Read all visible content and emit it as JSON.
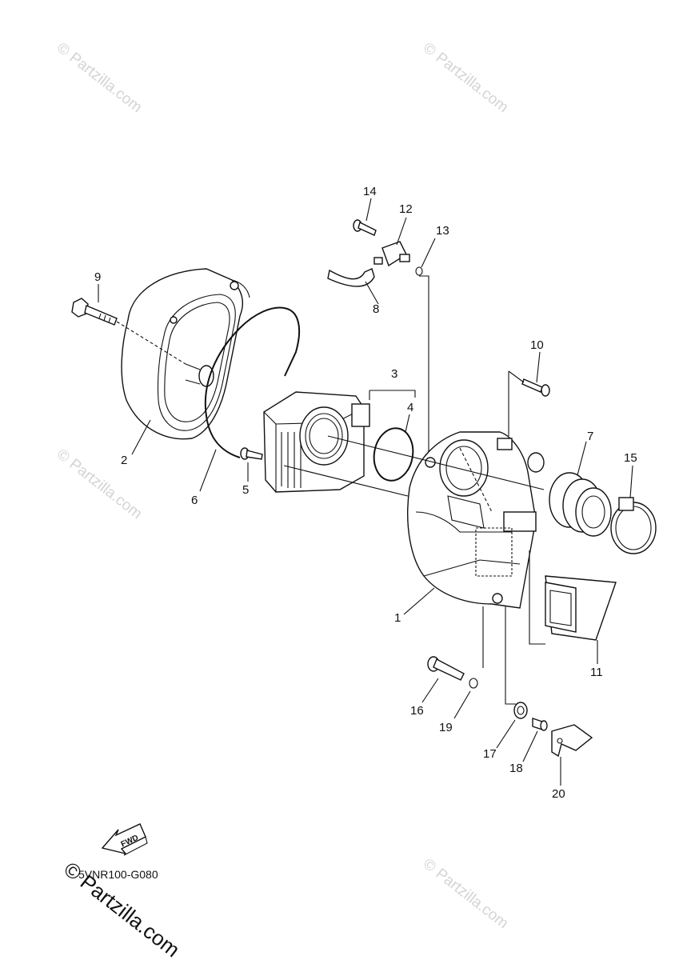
{
  "watermark": "Partzilla.com",
  "watermark_symbol": "©",
  "diagram_code": "5VNR100-G080",
  "fwd_label": "FWD",
  "callouts": {
    "c1": "1",
    "c2": "2",
    "c3": "3",
    "c4": "4",
    "c5": "5",
    "c6": "6",
    "c7": "7",
    "c8": "8",
    "c9": "9",
    "c10": "10",
    "c11": "11",
    "c12": "12",
    "c13": "13",
    "c14": "14",
    "c15": "15",
    "c16": "16",
    "c17": "17",
    "c18": "18",
    "c19": "19",
    "c20": "20"
  }
}
